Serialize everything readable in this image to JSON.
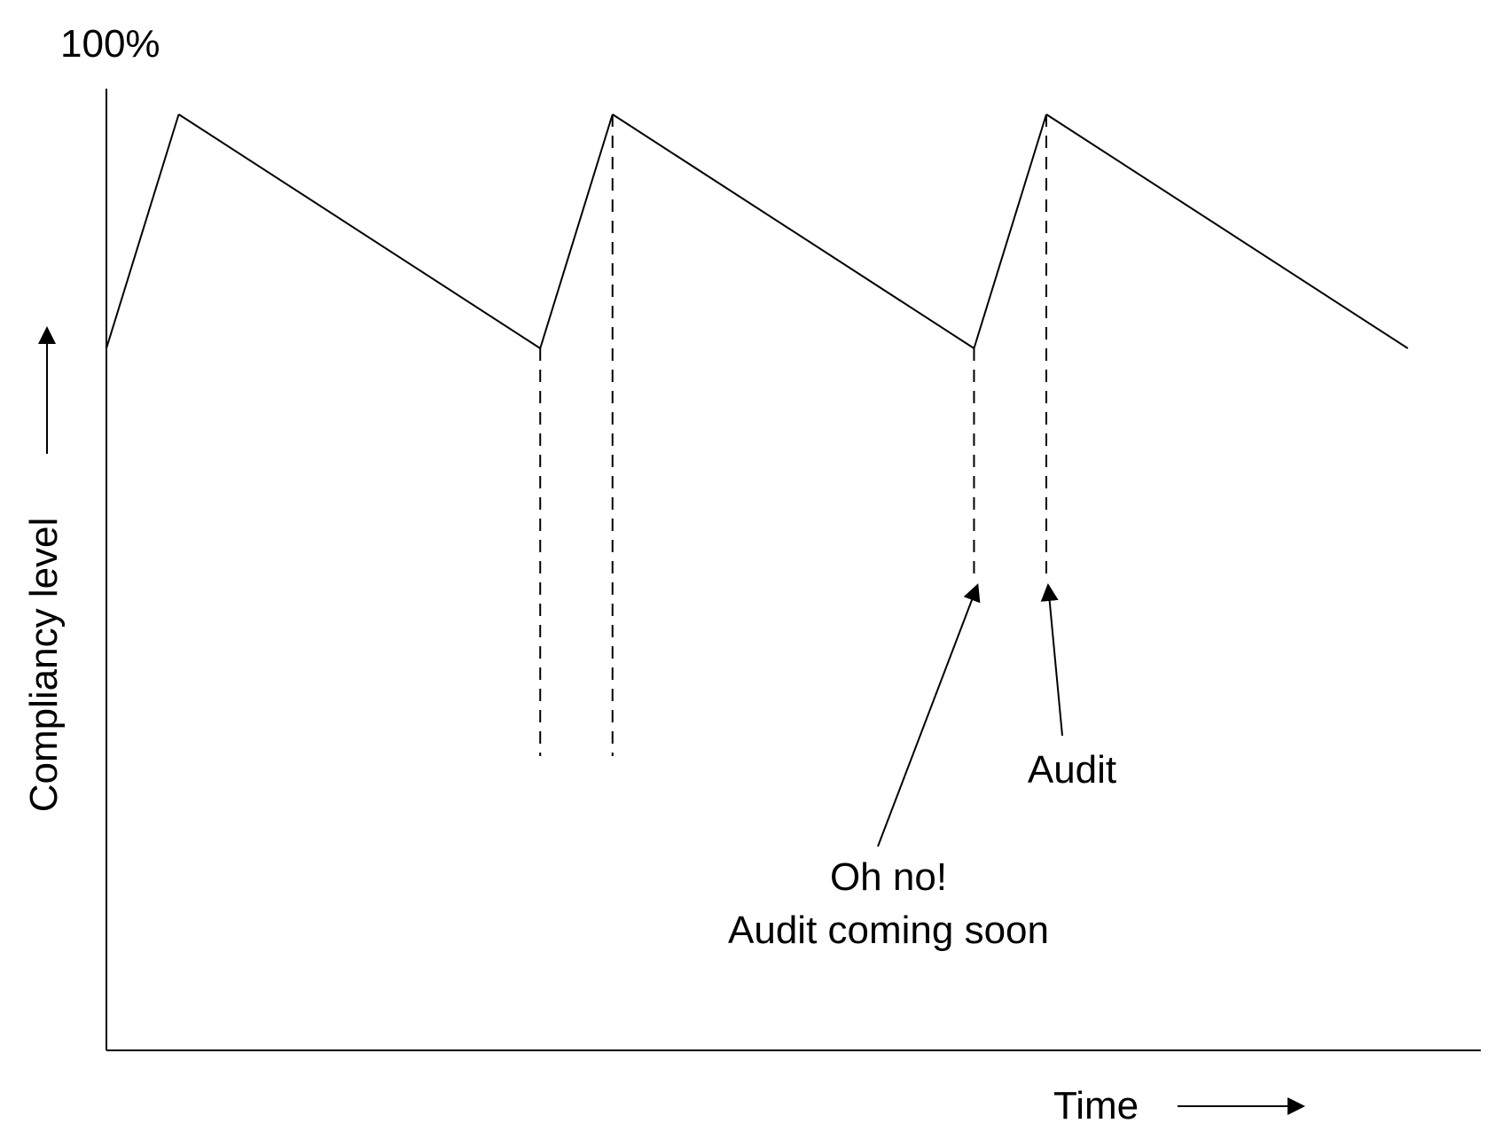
{
  "chart_data": {
    "type": "line",
    "title": "",
    "xlabel": "Time",
    "ylabel": "Compliancy level",
    "ymax_label": "100%",
    "y_arrow": true,
    "x_arrow": true,
    "grid": false,
    "legend": "none",
    "series": [
      {
        "x": [
          0,
          1,
          6,
          7,
          12,
          13,
          18
        ],
        "y": [
          72,
          96,
          72,
          96,
          72,
          96,
          72
        ]
      }
    ],
    "xlim": [
      0,
      19.5
    ],
    "ylim": [
      0,
      100
    ],
    "markers": [
      {
        "x": 6,
        "style": "dashed"
      },
      {
        "x": 7,
        "style": "dashed"
      },
      {
        "x": 12,
        "style": "dashed"
      },
      {
        "x": 13,
        "style": "dashed"
      }
    ],
    "annotations": [
      {
        "lines": [
          "Audit"
        ],
        "points_to_x": 13
      },
      {
        "lines": [
          "Oh no!",
          "Audit coming soon"
        ],
        "points_to_x": 12
      }
    ],
    "colors": {
      "line": "#000000",
      "background": "#ffffff"
    }
  }
}
